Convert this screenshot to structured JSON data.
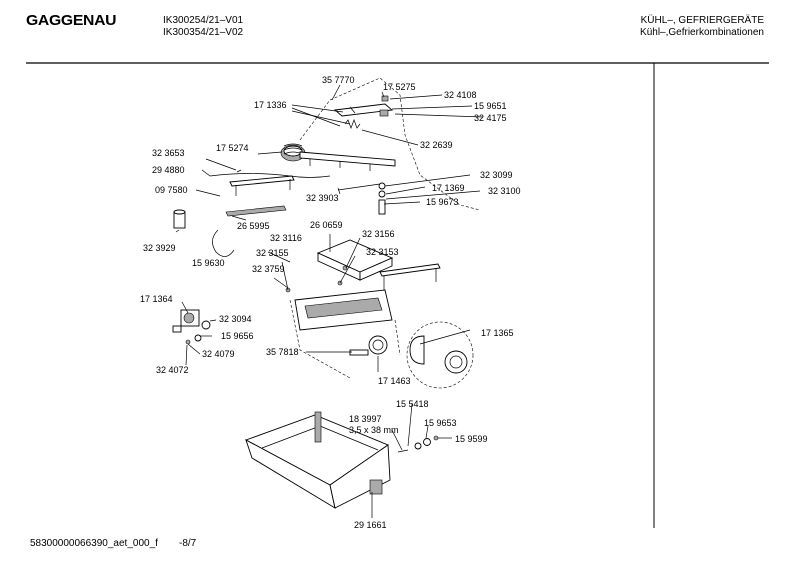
{
  "header": {
    "brand": "GAGGENAU",
    "models": [
      "IK300254/21–V01",
      "IK300354/21–V02"
    ],
    "category": [
      "KÜHL–, GEFRIERGERÄTE",
      "Kühl–,Gefrierkombinationen"
    ]
  },
  "parts": [
    "35 7770",
    "17 5275",
    "32 4108",
    "15 9651",
    "32 4175",
    "17 1336",
    "32 2639",
    "17 5274",
    "32 3653",
    "29 4880",
    "32 3099",
    "17 1369",
    "32 3100",
    "15 9673",
    "09 7580",
    "32 3903",
    "26 5995",
    "26 0659",
    "32 3156",
    "32 3116",
    "32 3155",
    "32 3153",
    "32 3929",
    "15 9630",
    "32 3759",
    "17 1364",
    "32 3094",
    "15 9656",
    "32 4079",
    "32 4072",
    "35 7818",
    "17 1365",
    "17 1463",
    "15 5418",
    "18 3997",
    "3,5 x 38 mm",
    "15 9653",
    "15 9599",
    "29 1661"
  ],
  "footer": {
    "doc_id": "58300000066390_aet_000_f",
    "page": "-8/7"
  }
}
